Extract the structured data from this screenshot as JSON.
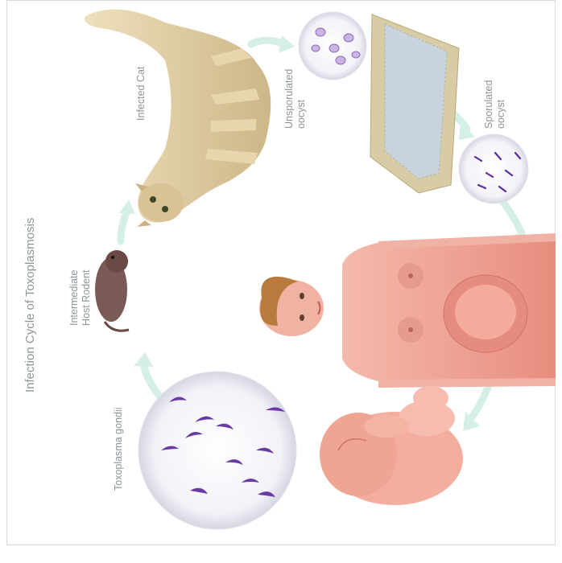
{
  "title": "Infection Cycle of Toxoplasmosis",
  "stages": {
    "infected_cat": "Infected Cat",
    "unsporulated_oocyst": "Unsporulated\noocyst",
    "sporulated_oocyst": "Sporulated\noocyst",
    "intermediate_host": "Intermediate\nHost Rodent",
    "toxoplasma": "Toxoplasma gondii"
  },
  "colors": {
    "arrow": "#d6efe4",
    "label": "#8c9497",
    "parasite": "#6a3aa3",
    "skin": "#f1a597",
    "cat": "#e2cfa5",
    "litter_box": "#d8cca4",
    "rodent": "#7a5a55"
  }
}
